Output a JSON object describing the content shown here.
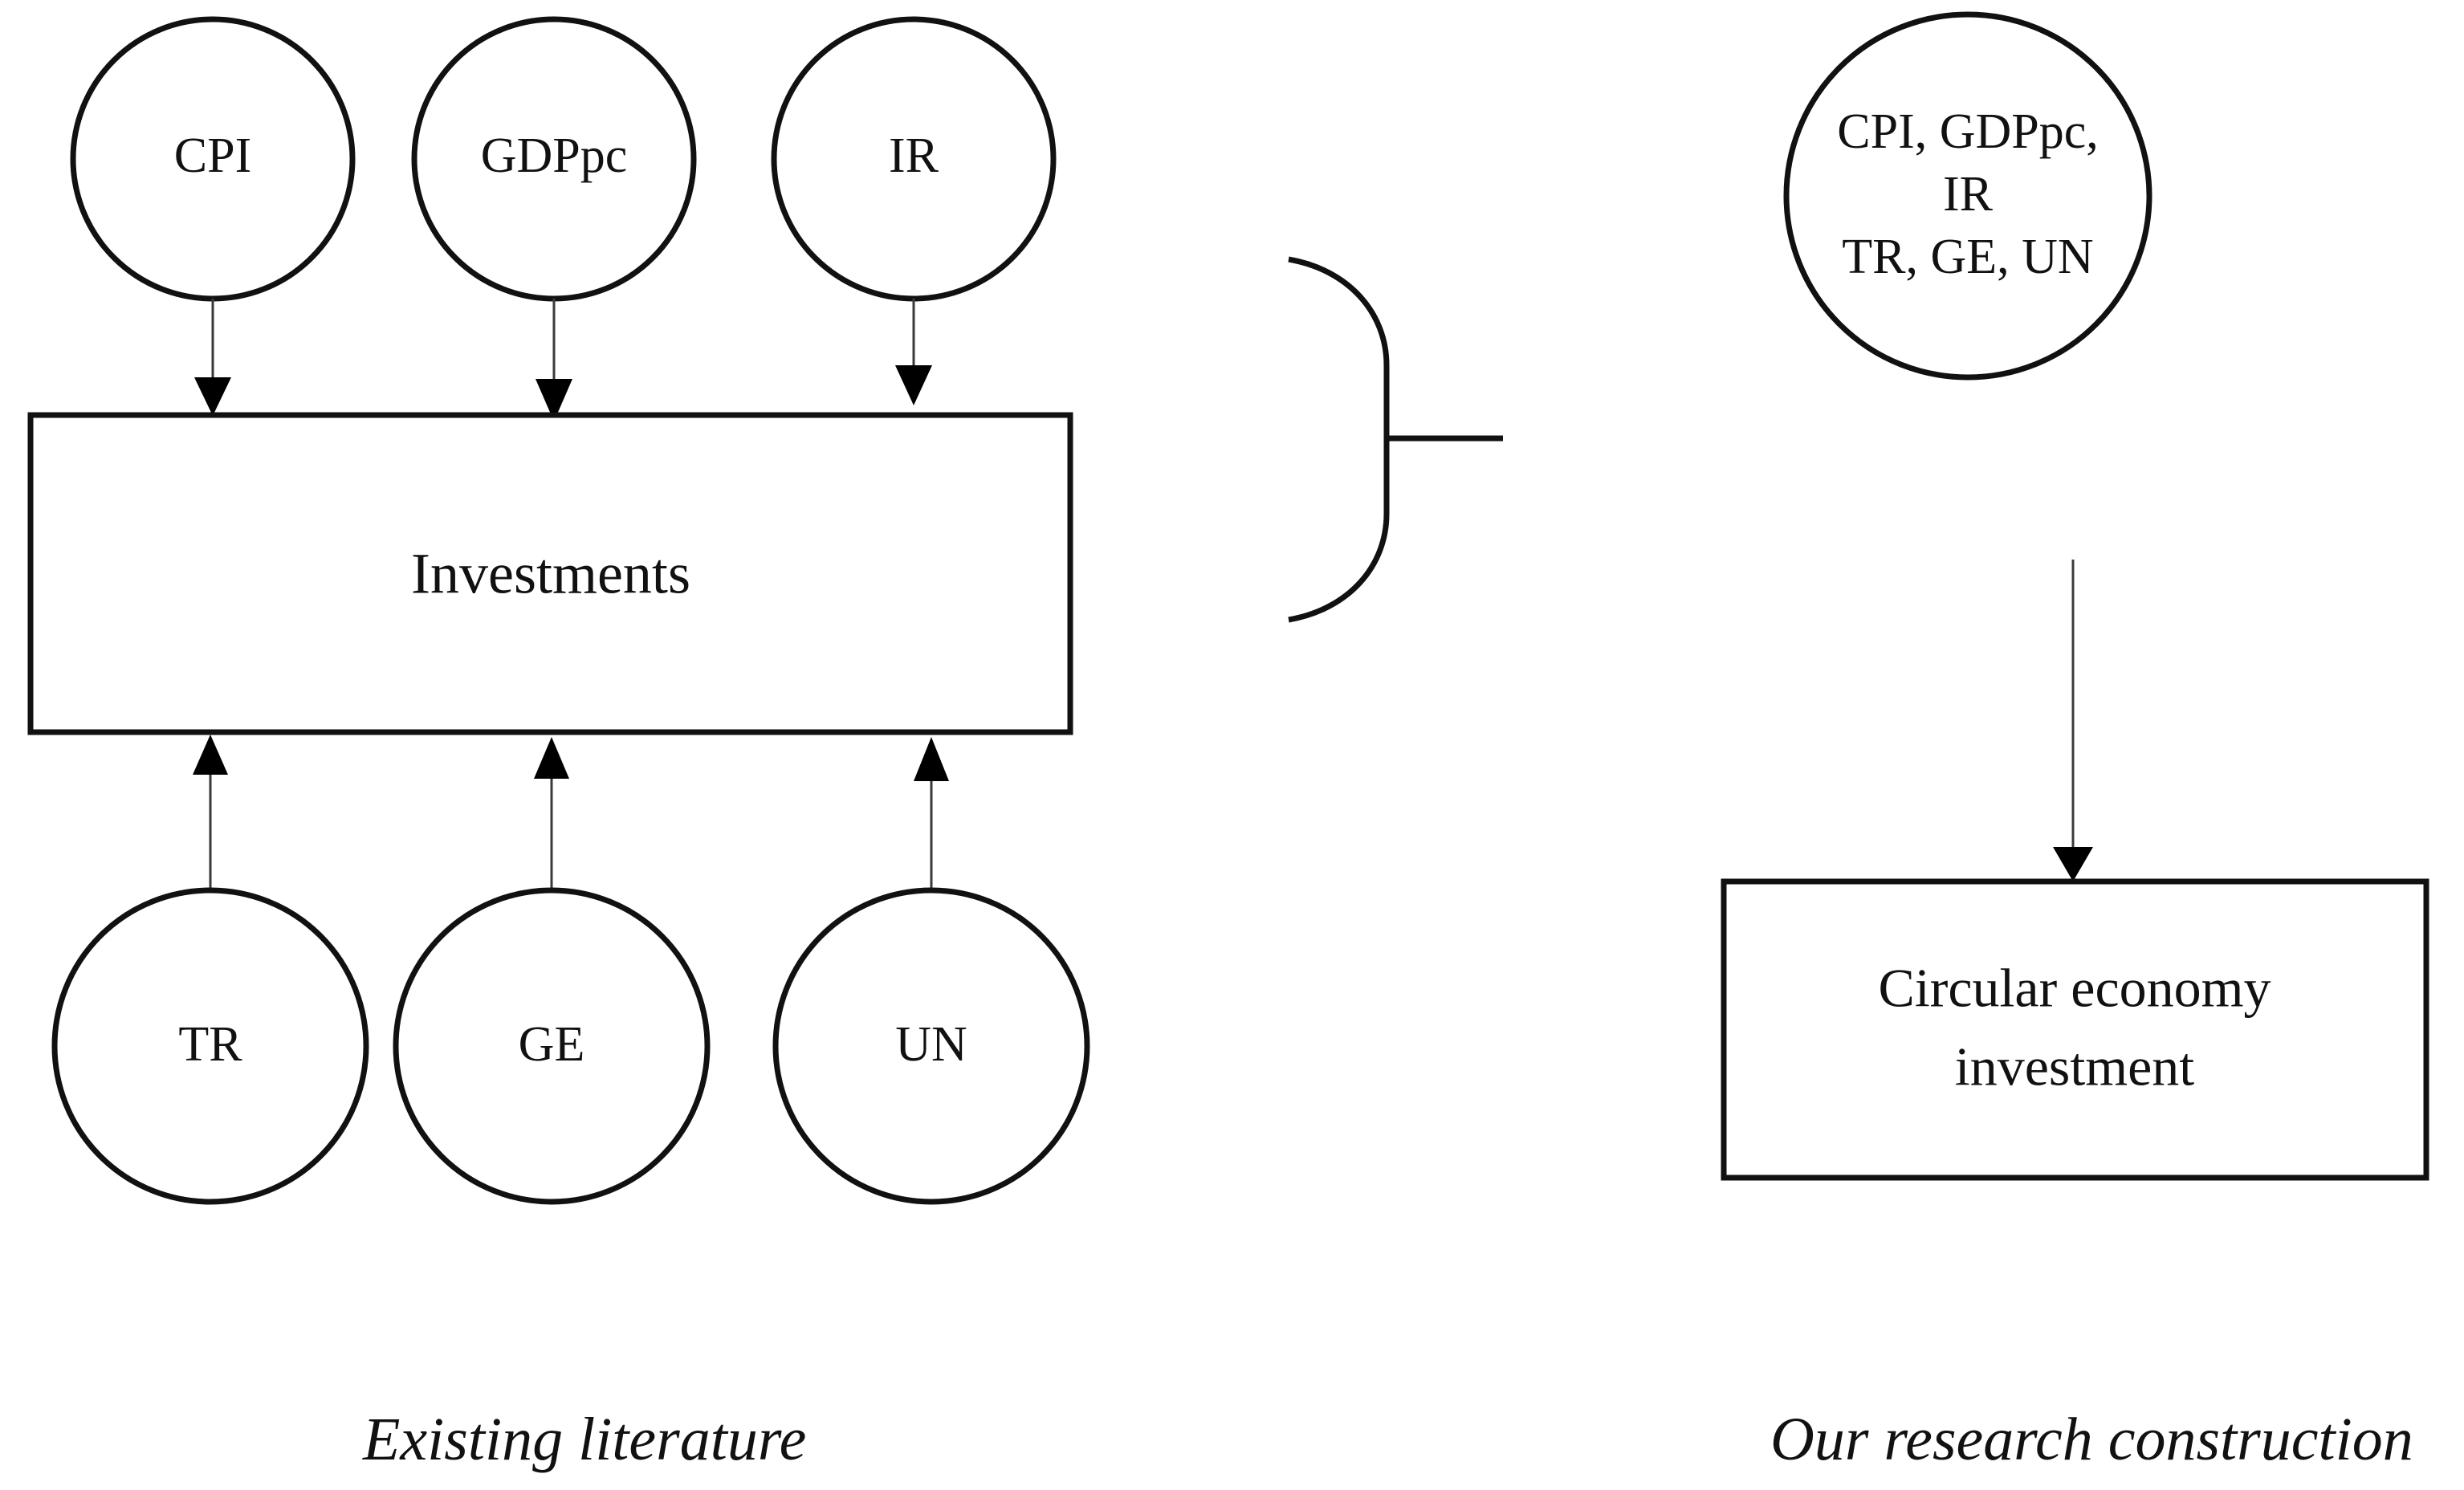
{
  "diagram": {
    "background_color": "#ffffff",
    "stroke_color": "#111111",
    "connector_color": "#3a3a3a",
    "left_panel": {
      "caption": "Existing literature",
      "top_nodes": [
        {
          "label": "CPI"
        },
        {
          "label": "GDPpc"
        },
        {
          "label": "IR"
        }
      ],
      "center_box": {
        "label": "Investments"
      },
      "bottom_nodes": [
        {
          "label": "TR"
        },
        {
          "label": "GE"
        },
        {
          "label": "UN"
        }
      ]
    },
    "right_panel": {
      "caption": "Our research construction",
      "circle": {
        "line1": "CPI, GDPpc,",
        "line2": "IR",
        "line3": "TR, GE, UN"
      },
      "box": {
        "line1": "Circular economy",
        "line2": "investment"
      }
    },
    "connector_icons": {
      "brace": "right-curly-brace",
      "down_arrow": "arrow-down",
      "up_arrow": "arrow-up"
    }
  }
}
